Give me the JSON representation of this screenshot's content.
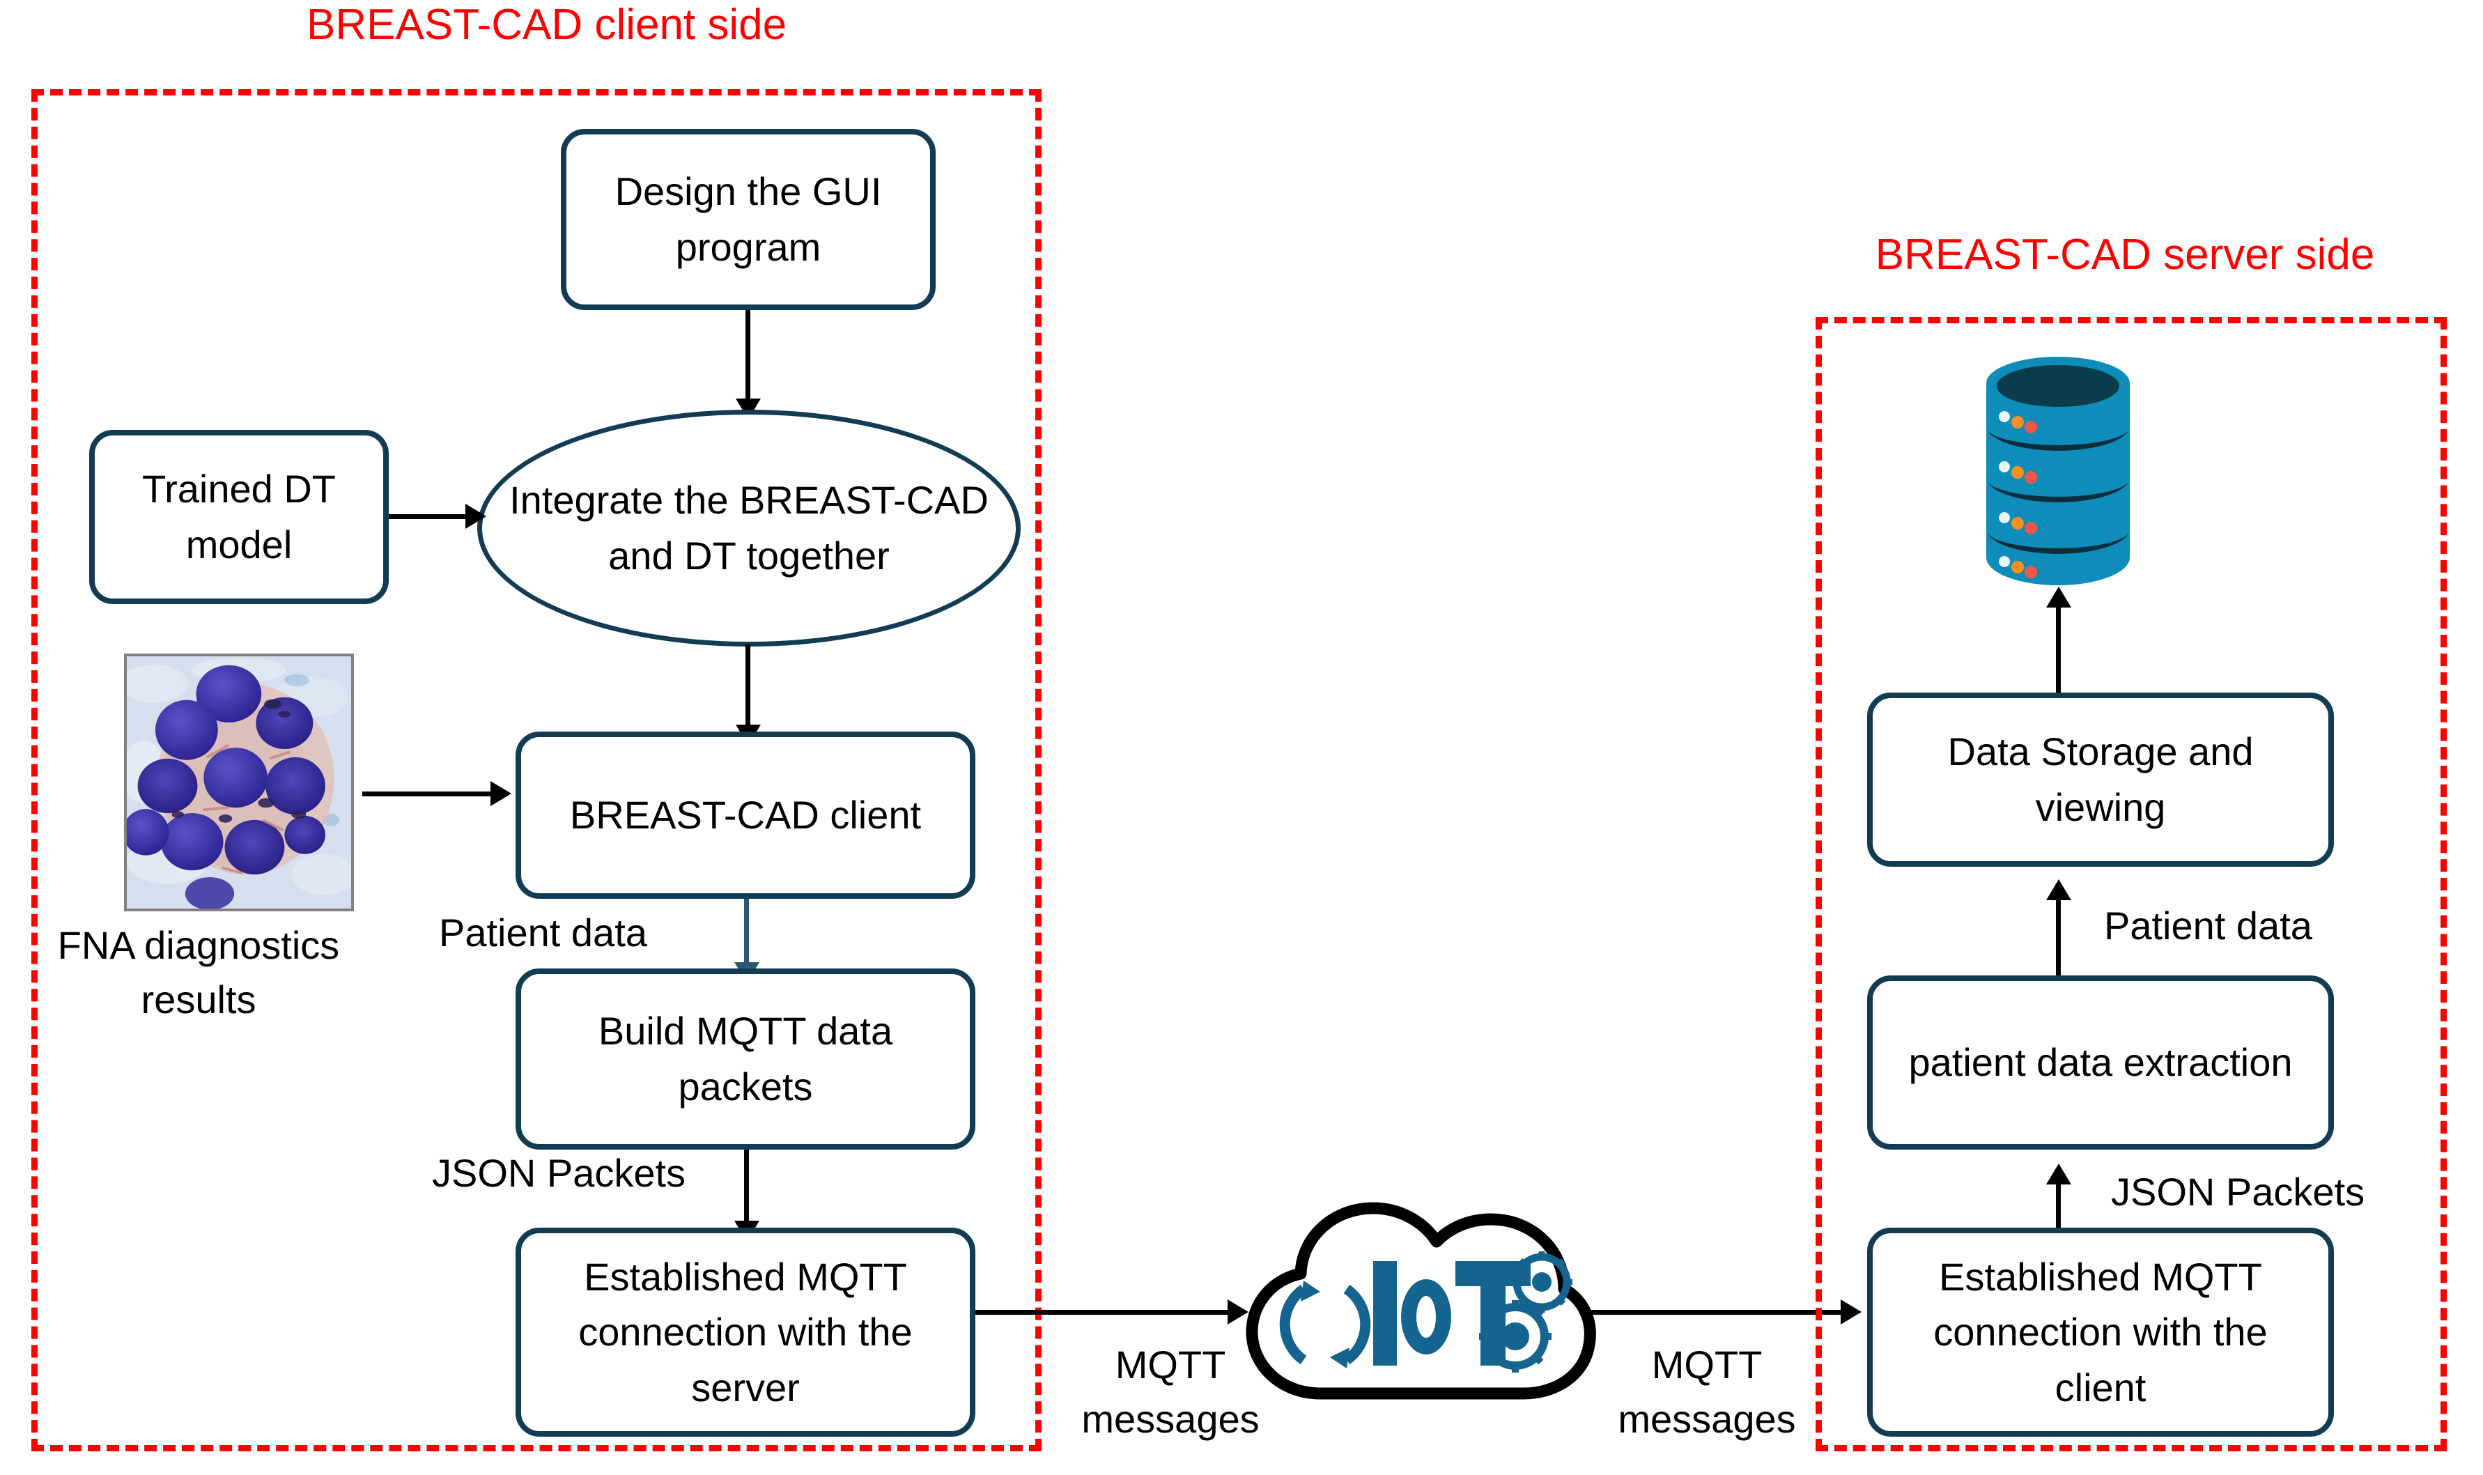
{
  "diagram": {
    "title_client": "BREAST-CAD client side",
    "title_server": "BREAST-CAD server side",
    "colors": {
      "region_border": "#FF0000",
      "region_title": "#FF0000",
      "node_border": "#123C54",
      "node_text": "#000000",
      "connector": "#000000",
      "connector_blue": "#2D5871",
      "iot_blue": "#14648F",
      "db_body": "#0E8CBA",
      "db_top": "#0B3C4C",
      "db_led_white": "#E8F7FF",
      "db_led_orange": "#F7901E",
      "db_led_red": "#F0574A"
    }
  },
  "client": {
    "nodes": {
      "design_gui": "Design the GUI\nprogram",
      "trained_dt": "Trained DT\nmodel",
      "integrate": "Integrate the\nBREAST-CAD and\nDT together",
      "breast_cad_client": "BREAST-CAD client",
      "build_mqtt": "Build MQTT data\npackets",
      "established_mqtt": "Established MQTT\nconnection with the\nserver"
    },
    "labels": {
      "fna_caption": "FNA diagnostics\nresults",
      "patient_data": "Patient data",
      "json_packets": "JSON Packets",
      "mqtt_messages": "MQTT\nmessages"
    }
  },
  "server": {
    "nodes": {
      "data_storage": "Data Storage and\nviewing",
      "patient_extraction": "patient data\nextraction",
      "established_mqtt": "Established MQTT\nconnection with the\nclient"
    },
    "labels": {
      "patient_data": "Patient data",
      "json_packets": "JSON Packets",
      "mqtt_messages": "MQTT\nmessages"
    }
  },
  "cloud": {
    "text": "IoT",
    "icon_name": "iot-cloud-icon"
  },
  "icons": {
    "database": "database-cylinder-icon",
    "fna_micrograph": "fna-micrograph-image",
    "gears": "gears-icon",
    "sync_arrows": "sync-arrows-icon"
  }
}
